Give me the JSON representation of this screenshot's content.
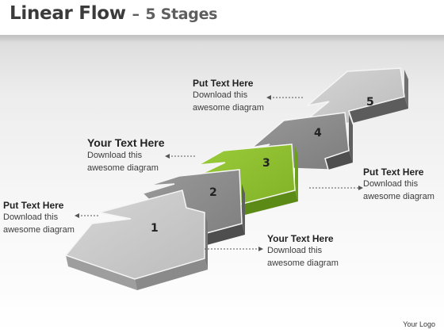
{
  "title": {
    "main": "Linear Flow",
    "dash": "–",
    "sub": "5 Stages"
  },
  "stages": [
    {
      "number": "1",
      "color": "#c9c9c9"
    },
    {
      "number": "2",
      "color": "#8e8e8e"
    },
    {
      "number": "3",
      "color": "#8dbe2f"
    },
    {
      "number": "4",
      "color": "#8e8e8e"
    },
    {
      "number": "5",
      "color": "#c9c9c9"
    }
  ],
  "callouts": [
    {
      "heading": "Put Text Here",
      "line1": "Download this",
      "line2": "awesome diagram"
    },
    {
      "heading": "Your Text Here",
      "line1": "Download this",
      "line2": "awesome diagram"
    },
    {
      "heading": "Put Text Here",
      "line1": "Download this",
      "line2": "awesome diagram"
    },
    {
      "heading": "Put Text Here",
      "line1": "Download this",
      "line2": "awesome diagram"
    },
    {
      "heading": "Your Text Here",
      "line1": "Download this",
      "line2": "awesome diagram"
    }
  ],
  "footer": {
    "logo": "Your Logo"
  }
}
